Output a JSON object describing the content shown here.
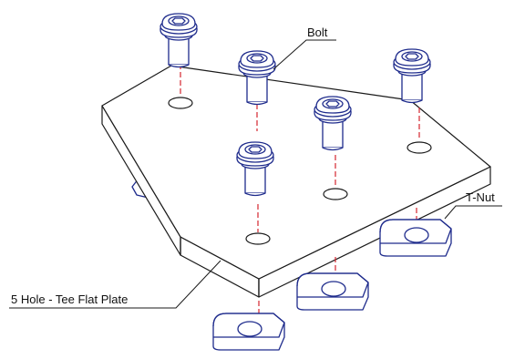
{
  "labels": {
    "bolt": "Bolt",
    "tnut": "T-Nut",
    "plate": "5 Hole - Tee Flat Plate"
  },
  "colors": {
    "outline": "#1a1a1a",
    "hardware": "#1e2b8c",
    "centerline": "#d4262e"
  },
  "icons": {
    "bolt": "button-head-hex-socket-bolt",
    "tnut": "t-nut",
    "plate": "tee-flat-plate"
  }
}
